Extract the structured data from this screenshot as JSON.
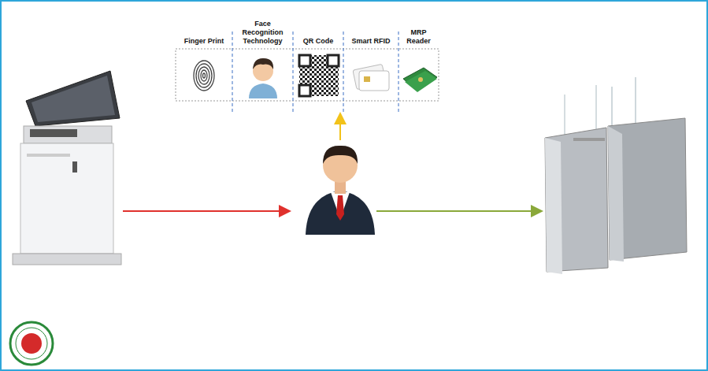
{
  "diagram": {
    "nodes": [
      {
        "text": [
          "Finger Print"
        ]
      },
      {
        "text": [
          "Face Recognition Technology"
        ]
      },
      {
        "text": [
          "QR Code"
        ]
      },
      {
        "text": [
          "Smart RFID"
        ]
      },
      {
        "text": [
          "MRP Reader"
        ]
      }
    ]
  }
}
